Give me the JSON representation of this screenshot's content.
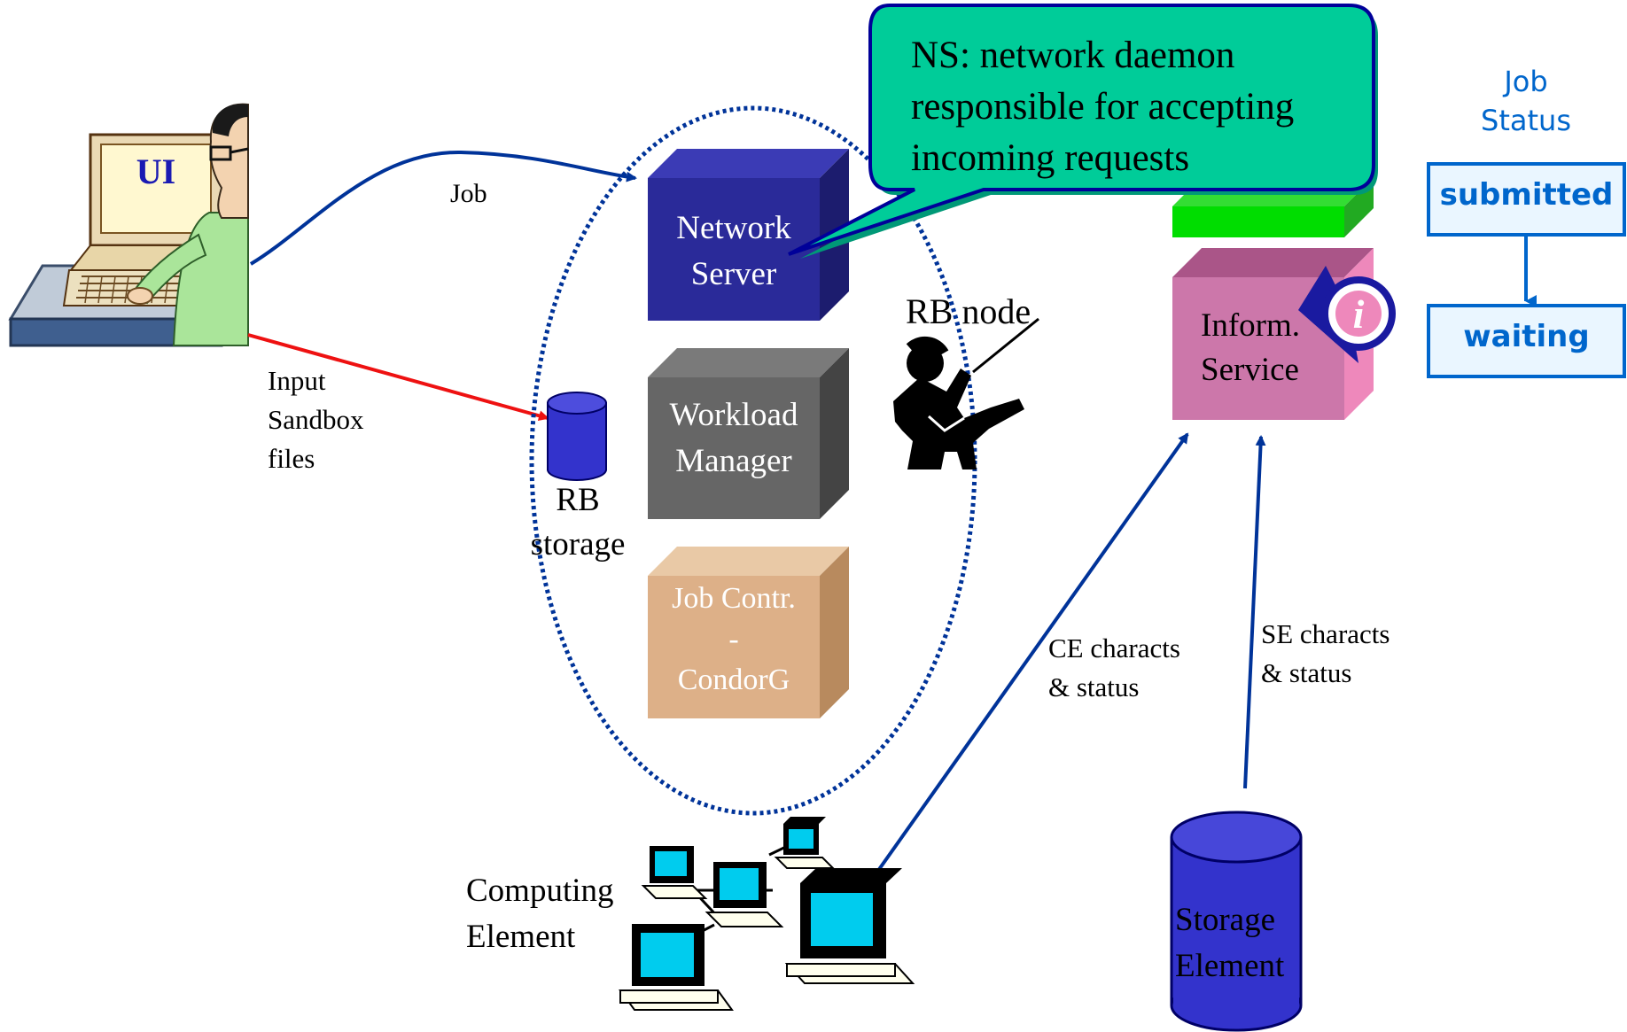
{
  "ui": {
    "label": "UI"
  },
  "edges": {
    "job": "Job",
    "sandbox": [
      "Input",
      "Sandbox",
      "files"
    ],
    "ce_status": [
      "CE characts",
      "& status"
    ],
    "se_status": [
      "SE characts",
      "& status"
    ]
  },
  "rb": {
    "storage": [
      "RB",
      "storage"
    ],
    "node": "RB node",
    "network_server": [
      "Network",
      "Server"
    ],
    "workload_manager": [
      "Workload",
      "Manager"
    ],
    "job_controller": [
      "Job Contr.",
      "-",
      "CondorG"
    ]
  },
  "info_service": [
    "Inform.",
    "Service"
  ],
  "callout": [
    "NS: network daemon",
    "responsible for accepting",
    "incoming requests"
  ],
  "computing_element": [
    "Computing",
    "Element"
  ],
  "storage_element": [
    "Storage",
    "Element"
  ],
  "job_status": {
    "title": [
      "Job",
      "Status"
    ],
    "states": [
      "submitted",
      "waiting"
    ]
  },
  "colors": {
    "network_server": "#2a2a99",
    "workload_manager": "#666666",
    "job_controller": "#ddb088",
    "info_service": "#cc77aa",
    "callout": "#00cc99",
    "arrow_blue": "#003399",
    "arrow_red": "#ee1111",
    "status_blue": "#0066cc"
  }
}
